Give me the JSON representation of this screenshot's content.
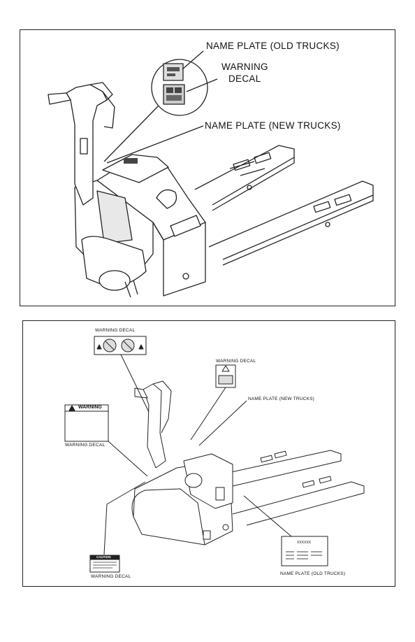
{
  "top_panel": {
    "name_plate_old": "NAME PLATE (OLD TRUCKS)",
    "warning_decal_line1": "WARNING",
    "warning_decal_line2": "DECAL",
    "name_plate_new": "NAME PLATE  (NEW TRUCKS)"
  },
  "bottom_panel": {
    "warning_decal_top": "WARNING DECAL",
    "warning_decal_right": "WARNING DECAL",
    "name_plate_new": "NAME PLATE (NEW TRUCKS)",
    "warning_decal_left": "WARNING DECAL",
    "warning_decal_left_header": "WARNING",
    "warning_decal_bottom": "WARNING DECAL",
    "caution_header": "CAUTION",
    "name_plate_old": "NAME PLATE (OLD TRUCKS)",
    "name_plate_code": "XXXXXX"
  },
  "colors": {
    "line": "#222222",
    "fill": "#ffffff",
    "shade": "#cfcfcf",
    "dark": "#555555"
  }
}
